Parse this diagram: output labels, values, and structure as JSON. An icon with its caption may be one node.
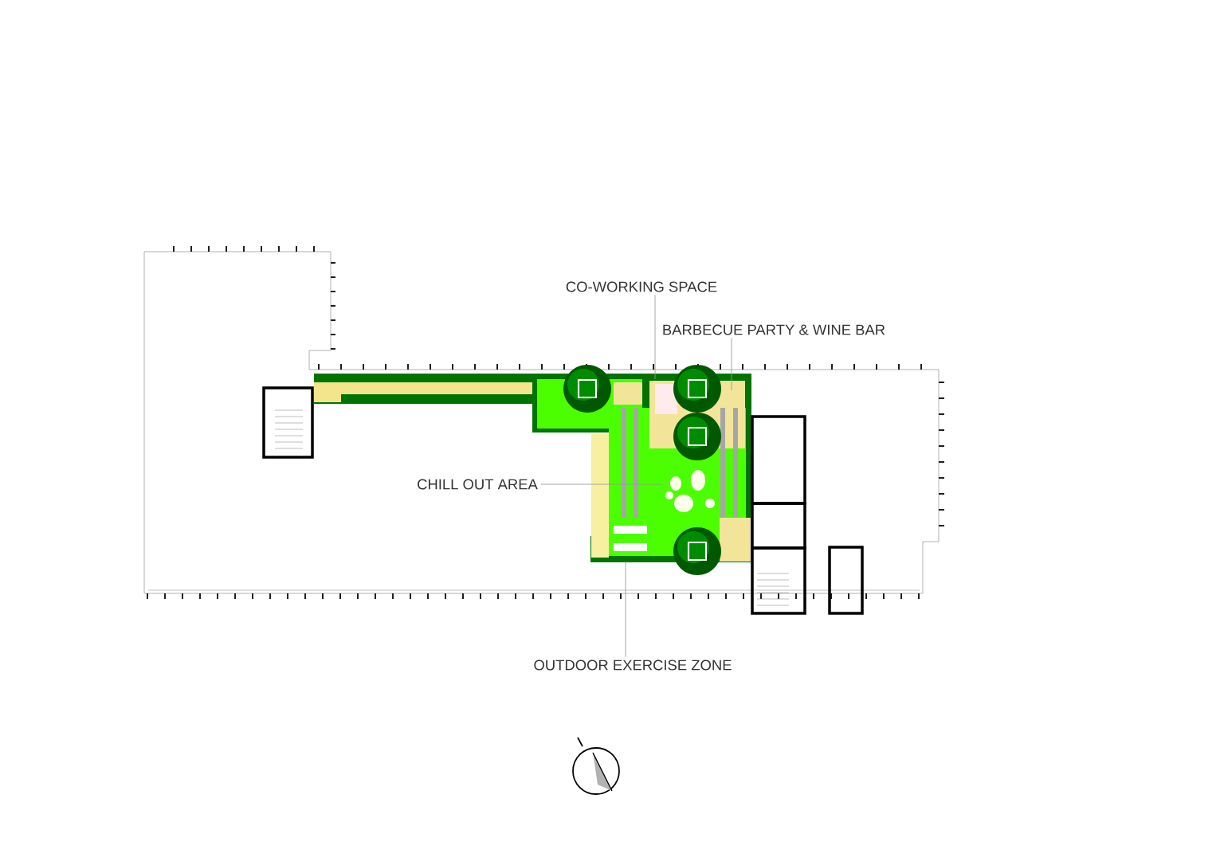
{
  "diagram": {
    "nodes": [
      {
        "text": [
          "CO-WORKING SPACE"
        ]
      },
      {
        "text": [
          "BARBECUE PARTY & WINE BAR"
        ]
      },
      {
        "text": [
          "CHILL OUT AREA"
        ]
      },
      {
        "text": [
          "OUTDOOR EXERCISE ZONE"
        ]
      }
    ],
    "edges": [
      {
        "from": 0,
        "to": null,
        "arrow": "none"
      },
      {
        "from": 1,
        "to": null,
        "arrow": "none"
      },
      {
        "from": 2,
        "to": null,
        "arrow": "none"
      },
      {
        "from": 3,
        "to": null,
        "arrow": "none"
      }
    ]
  }
}
